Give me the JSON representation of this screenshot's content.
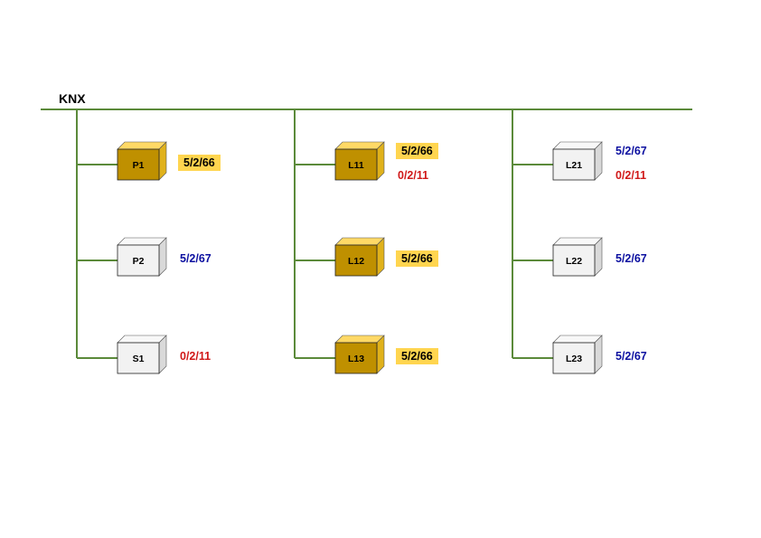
{
  "title": "KNX",
  "colors": {
    "bus_line": "#5b8a3a",
    "active_front": "#bf9000",
    "active_top": "#ffd966",
    "active_side": "#e0b21c",
    "idle_front": "#f2f2f2",
    "idle_top": "#f8f8f8",
    "idle_side": "#d9d9d9",
    "highlight_bg": "#ffd54f",
    "addr_blue": "#0b0fa0",
    "addr_red": "#d01818",
    "addr_black": "#000000"
  },
  "lines": [
    {
      "devices": [
        {
          "name": "P1",
          "active": true,
          "addresses": [
            {
              "text": "5/2/66",
              "style": "highlight"
            }
          ]
        },
        {
          "name": "P2",
          "active": false,
          "addresses": [
            {
              "text": "5/2/67",
              "style": "blue"
            }
          ]
        },
        {
          "name": "S1",
          "active": false,
          "addresses": [
            {
              "text": "0/2/11",
              "style": "red"
            }
          ]
        }
      ]
    },
    {
      "devices": [
        {
          "name": "L11",
          "active": true,
          "addresses": [
            {
              "text": "5/2/66",
              "style": "highlight"
            },
            {
              "text": "0/2/11",
              "style": "red"
            }
          ]
        },
        {
          "name": "L12",
          "active": true,
          "addresses": [
            {
              "text": "5/2/66",
              "style": "highlight"
            }
          ]
        },
        {
          "name": "L13",
          "active": true,
          "addresses": [
            {
              "text": "5/2/66",
              "style": "highlight"
            }
          ]
        }
      ]
    },
    {
      "devices": [
        {
          "name": "L21",
          "active": false,
          "addresses": [
            {
              "text": "5/2/67",
              "style": "blue"
            },
            {
              "text": "0/2/11",
              "style": "red"
            }
          ]
        },
        {
          "name": "L22",
          "active": false,
          "addresses": [
            {
              "text": "5/2/67",
              "style": "blue"
            }
          ]
        },
        {
          "name": "L23",
          "active": false,
          "addresses": [
            {
              "text": "5/2/67",
              "style": "blue"
            }
          ]
        }
      ]
    }
  ]
}
